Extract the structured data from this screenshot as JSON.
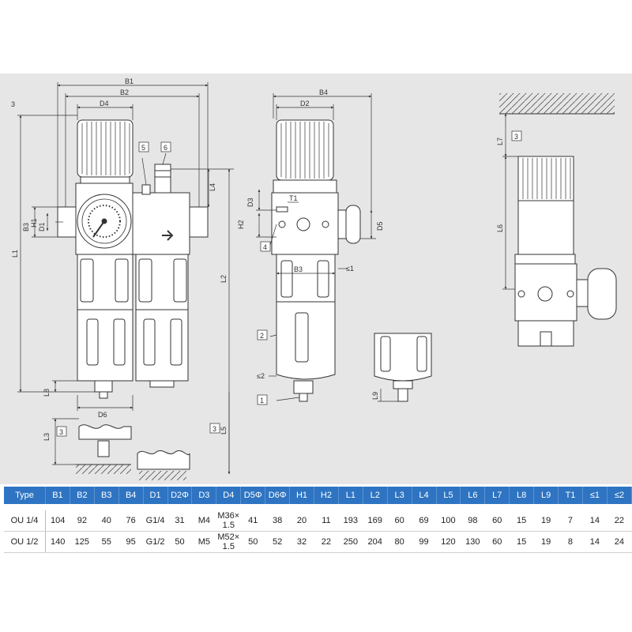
{
  "diagram": {
    "left_view": {
      "dims": {
        "B1": "B1",
        "B2": "B2",
        "D4": "D4",
        "L1": "L1",
        "L2": "L2",
        "L3": "L3",
        "L4": "L4",
        "L5": "L5",
        "L8": "L8",
        "B3": "B3",
        "D1": "D1",
        "H1": "H1",
        "D6": "D6",
        "three": "3"
      },
      "callouts": {
        "c5": "5",
        "c6": "6",
        "c3a": "3",
        "c3b": "3"
      }
    },
    "middle_view": {
      "dims": {
        "B4": "B4",
        "D2": "D2",
        "D3": "D3",
        "T1": "T1",
        "H2": "H2",
        "D5": "D5",
        "B3": "B3",
        "S1": "≤1",
        "S2": "≤2"
      },
      "callouts": {
        "c4": "4",
        "c2": "2",
        "c1": "1"
      }
    },
    "bowl_view": {
      "dims": {
        "L9": "L9"
      }
    },
    "right_view": {
      "dims": {
        "L7": "L7",
        "L6": "L6"
      },
      "callouts": {
        "c3": "3"
      }
    }
  },
  "table": {
    "headers": [
      "Type",
      "B1",
      "B2",
      "B3",
      "B4",
      "D1",
      "D2Φ",
      "D3",
      "D4",
      "D5Φ",
      "D6Φ",
      "H1",
      "H2",
      "L1",
      "L2",
      "L3",
      "L4",
      "L5",
      "L6",
      "L7",
      "L8",
      "L9",
      "T1",
      "≤1",
      "≤2"
    ],
    "rows": [
      [
        "OU 1/4",
        "104",
        "92",
        "40",
        "76",
        "G1/4",
        "31",
        "M4",
        "M36× 1.5",
        "41",
        "38",
        "20",
        "11",
        "193",
        "169",
        "60",
        "69",
        "100",
        "98",
        "60",
        "15",
        "19",
        "7",
        "14",
        "22"
      ],
      [
        "OU 1/2",
        "140",
        "125",
        "55",
        "95",
        "G1/2",
        "50",
        "M5",
        "M52× 1.5",
        "50",
        "52",
        "32",
        "22",
        "250",
        "204",
        "80",
        "99",
        "120",
        "130",
        "60",
        "15",
        "19",
        "8",
        "14",
        "24"
      ]
    ]
  }
}
